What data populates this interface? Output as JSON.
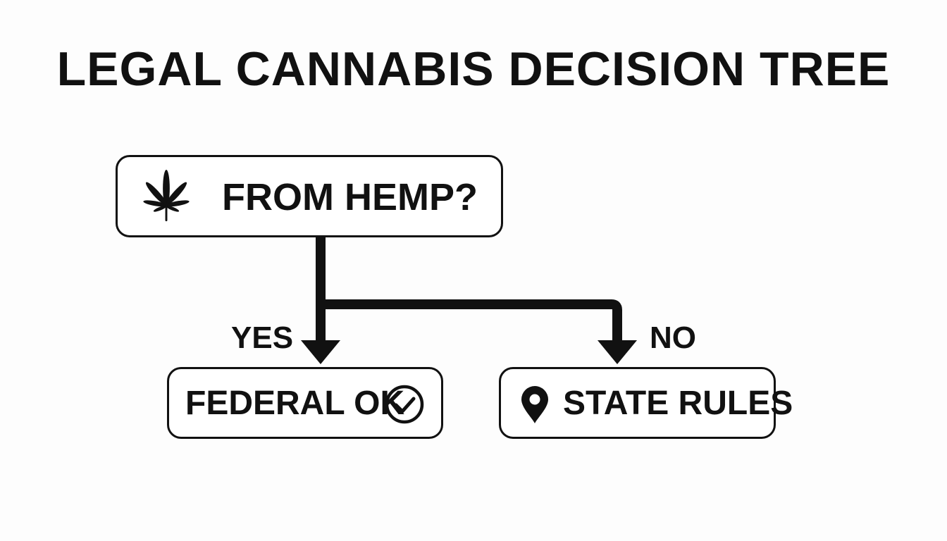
{
  "title": "LEGAL CANNABIS DECISION TREE",
  "root": {
    "label": "FROM HEMP?",
    "icon": "cannabis-leaf-icon"
  },
  "branches": {
    "yes": {
      "edge_label": "YES",
      "node_label": "FEDERAL OK",
      "icon": "check-circle-icon"
    },
    "no": {
      "edge_label": "NO",
      "node_label": "STATE RULES",
      "icon": "location-pin-icon"
    }
  },
  "colors": {
    "ink": "#111111",
    "background": "#fdfdfd"
  }
}
